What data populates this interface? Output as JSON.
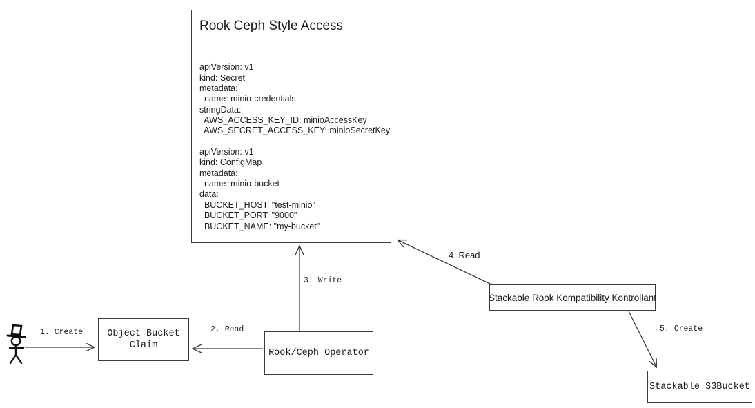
{
  "diagram": {
    "title_node": {
      "heading": "Rook Ceph Style Access",
      "yaml": "---\napiVersion: v1\nkind: Secret\nmetadata:\n  name: minio-credentials\nstringData:\n  AWS_ACCESS_KEY_ID: minioAccessKey\n  AWS_SECRET_ACCESS_KEY: minioSecretKey\n---\napiVersion: v1\nkind: ConfigMap\nmetadata:\n  name: minio-bucket\ndata:\n  BUCKET_HOST: \"test-minio\"\n  BUCKET_PORT: \"9000\"\n  BUCKET_NAME: \"my-bucket\""
    },
    "nodes": [
      {
        "id": "object-bucket-claim",
        "label": "Object Bucket\nClaim"
      },
      {
        "id": "rook-ceph-operator",
        "label": "Rook/Ceph Operator"
      },
      {
        "id": "stackable-rook-kompatibility-kontrollant",
        "label": "Stackable Rook Kompatibility Kontrollant"
      },
      {
        "id": "stackable-s3bucket",
        "label": "Stackable S3Bucket"
      }
    ],
    "actor": {
      "name": "stick-figure-user"
    },
    "edges": [
      {
        "id": "edge-1",
        "label": "1. Create",
        "from": "actor",
        "to": "object-bucket-claim"
      },
      {
        "id": "edge-2",
        "label": "2. Read",
        "from": "rook-ceph-operator",
        "to": "object-bucket-claim"
      },
      {
        "id": "edge-3",
        "label": "3. Write",
        "from": "rook-ceph-operator",
        "to": "rook-ceph-style-access"
      },
      {
        "id": "edge-4",
        "label": "4. Read",
        "from": "stackable-rook-kompatibility-kontrollant",
        "to": "rook-ceph-style-access"
      },
      {
        "id": "edge-5",
        "label": "5. Create",
        "from": "stackable-rook-kompatibility-kontrollant",
        "to": "stackable-s3bucket"
      }
    ],
    "colors": {
      "background": "#ffffff",
      "stroke": "#3c3c3c",
      "text": "#1a1a1a"
    }
  }
}
